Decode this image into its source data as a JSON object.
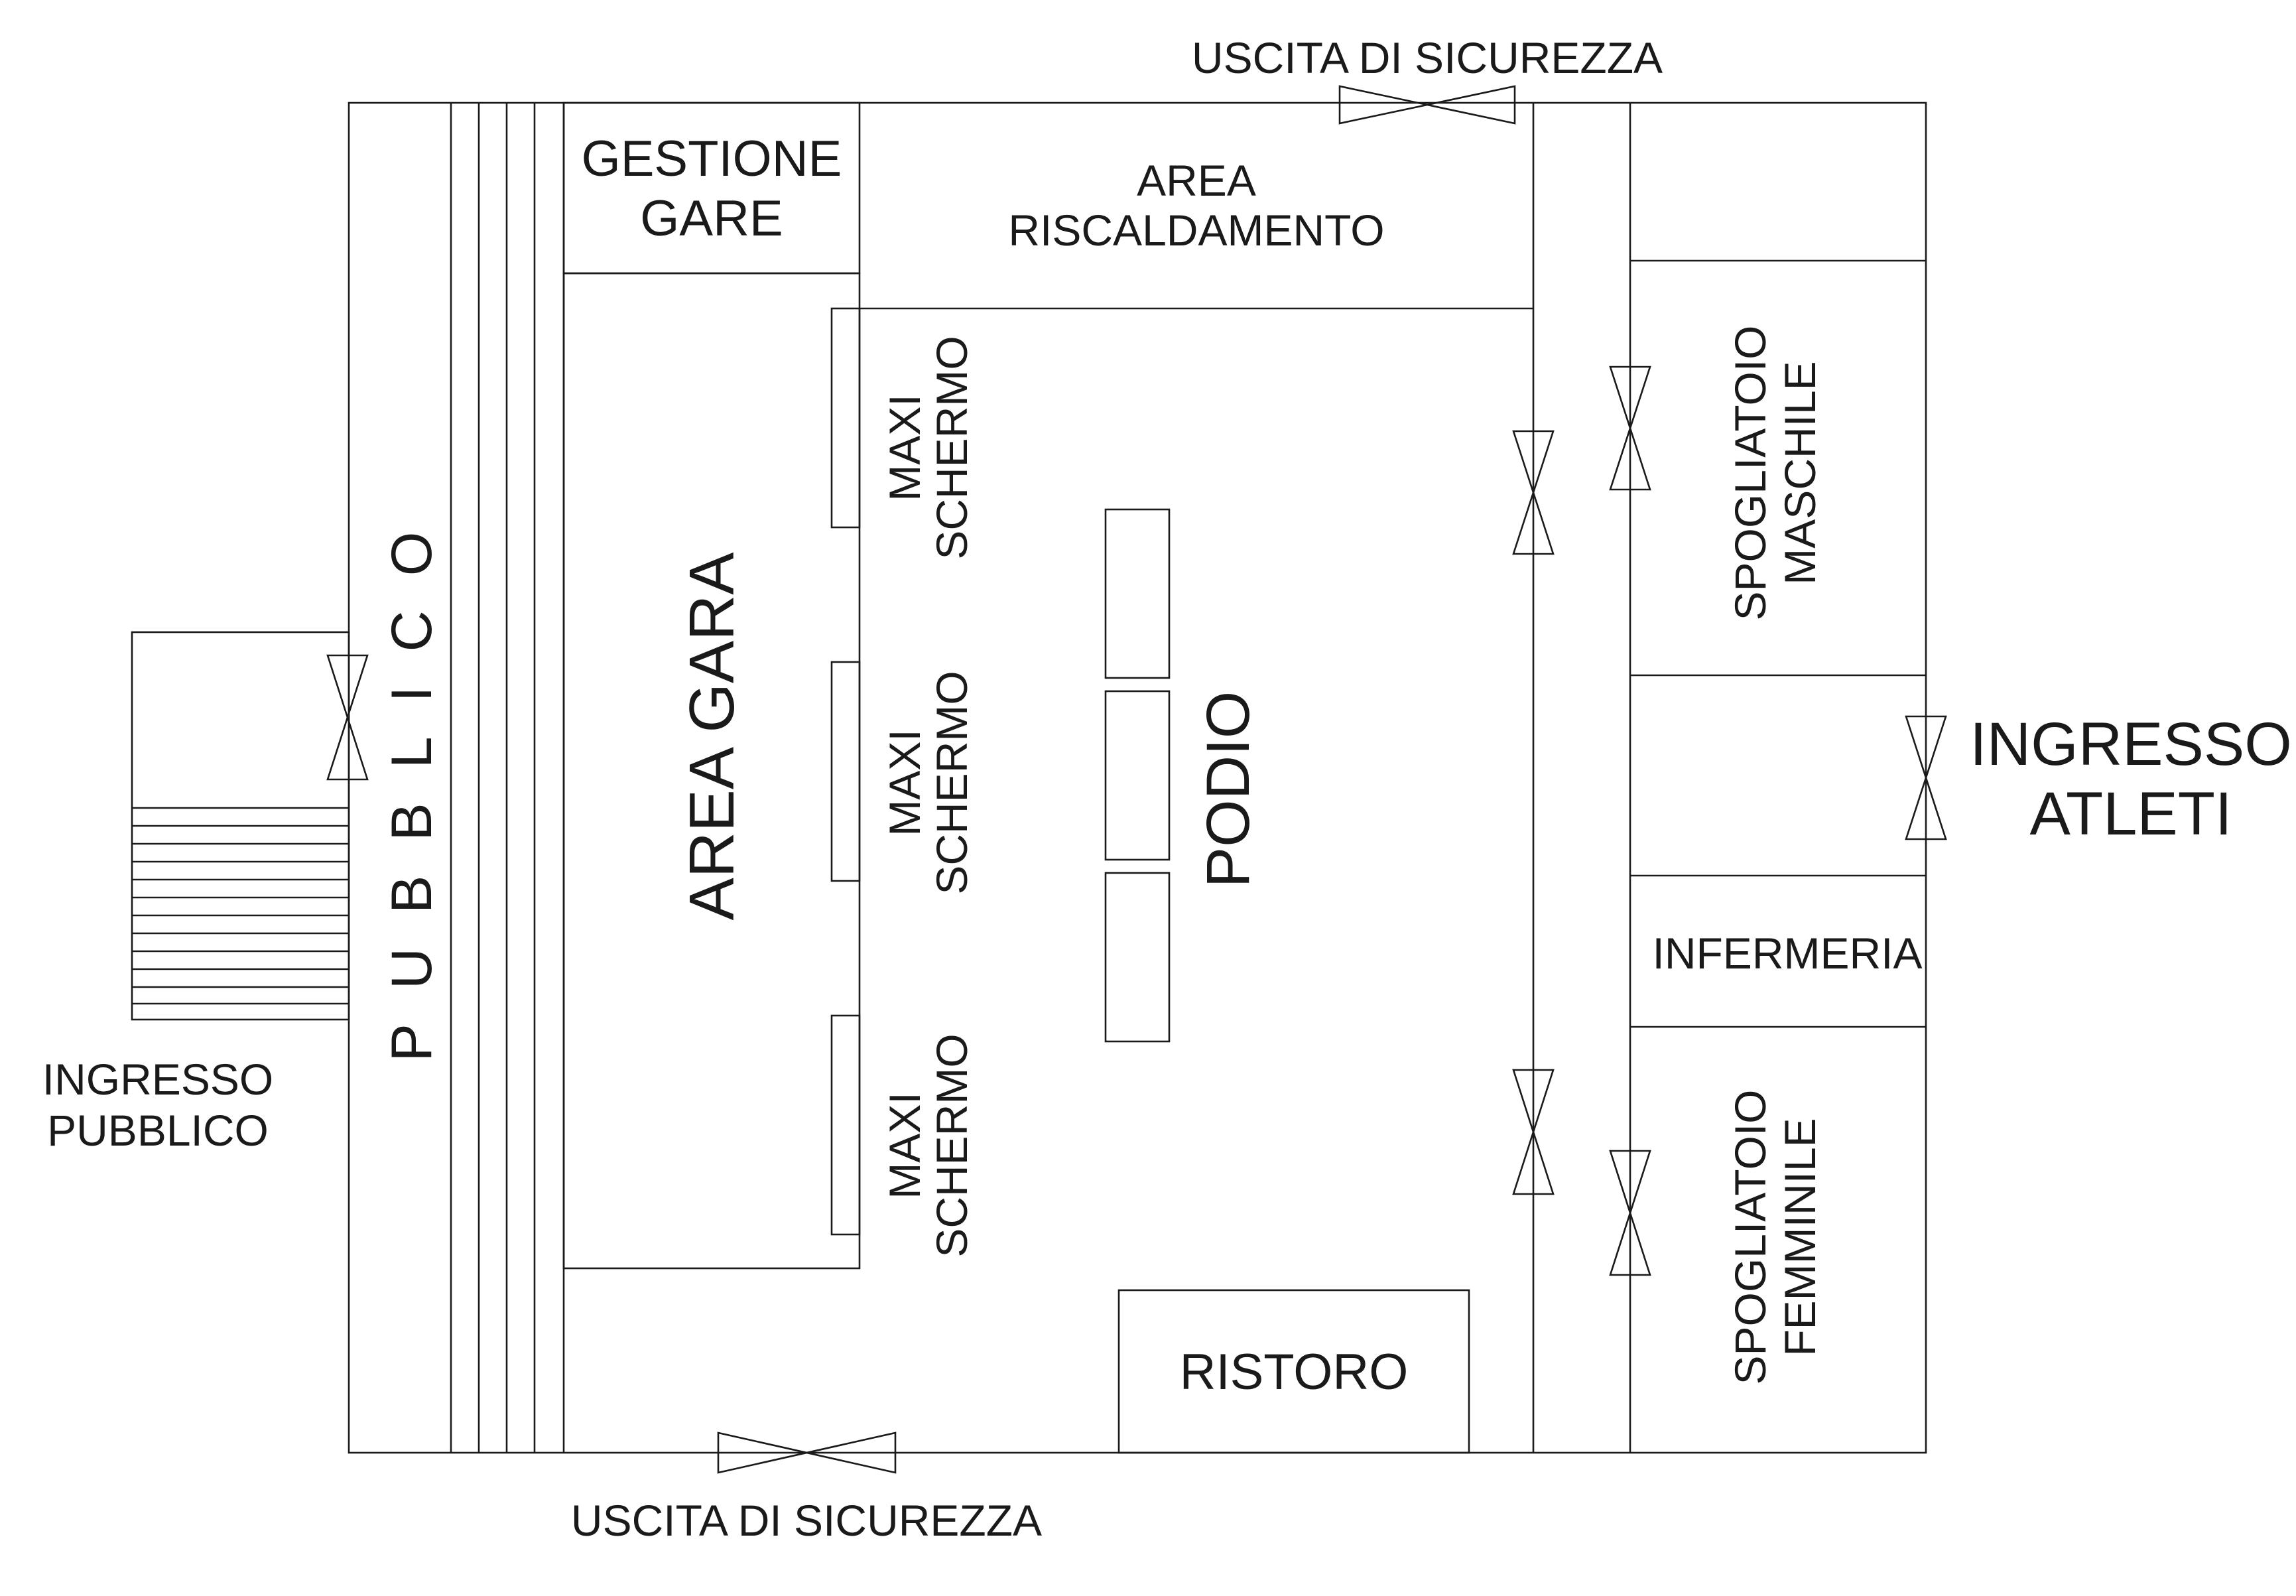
{
  "diagram": {
    "labels": {
      "uscita_top": "USCITA DI SICUREZZA",
      "uscita_bottom": "USCITA DI SICUREZZA",
      "gestione_1": "GESTIONE",
      "gestione_2": "GARE",
      "riscaldamento_1": "AREA",
      "riscaldamento_2": "RISCALDAMENTO",
      "pubblico": "PUBBLICO",
      "area_gara": "AREA GARA",
      "maxi_1a": "MAXI",
      "maxi_1b": "SCHERMO",
      "maxi_2a": "MAXI",
      "maxi_2b": "SCHERMO",
      "maxi_3a": "MAXI",
      "maxi_3b": "SCHERMO",
      "podio": "PODIO",
      "ristoro": "RISTORO",
      "maschile_1": "SPOGLIATOIO",
      "maschile_2": "MASCHILE",
      "femminile_1": "SPOGLIATOIO",
      "femminile_2": "FEMMINILE",
      "infermeria": "INFERMERIA",
      "ingresso_atleti_1": "INGRESSO",
      "ingresso_atleti_2": "ATLETI",
      "ingresso_pubblico_1": "INGRESSO",
      "ingresso_pubblico_2": "PUBBLICO"
    }
  }
}
